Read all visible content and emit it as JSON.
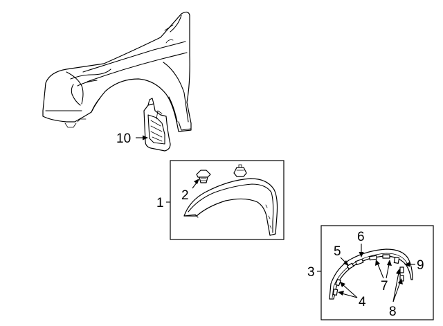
{
  "callouts": {
    "c1": "1",
    "c2": "2",
    "c3": "3",
    "c4": "4",
    "c5": "5",
    "c6": "6",
    "c7": "7",
    "c8": "8",
    "c9": "9",
    "c10": "10"
  },
  "icons": [
    "front-fender",
    "mud-guard",
    "fender-flare",
    "clip",
    "nut",
    "flare-molding"
  ]
}
